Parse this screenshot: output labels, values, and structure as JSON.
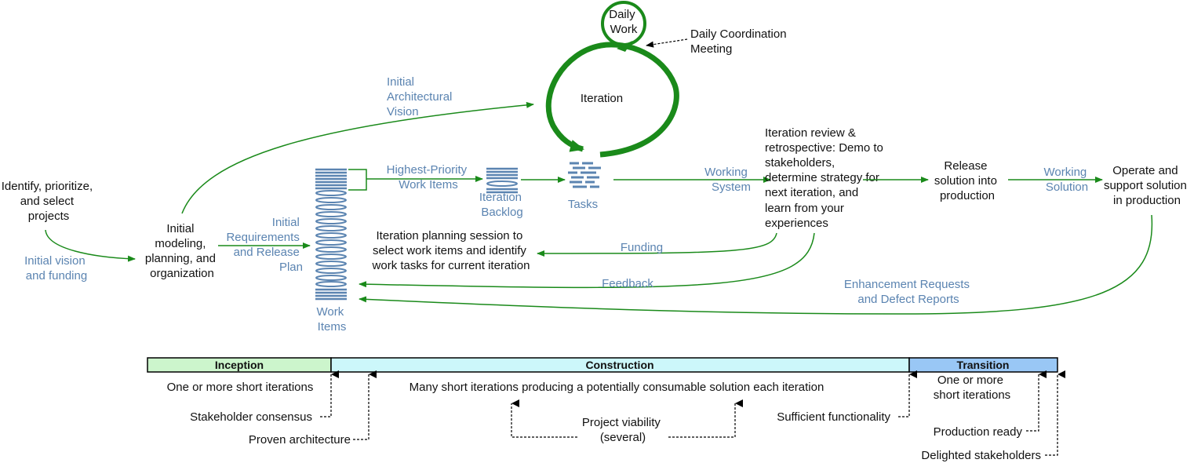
{
  "daily_work": [
    "Daily",
    "Work"
  ],
  "daily_meeting": [
    "Daily Coordination",
    "Meeting"
  ],
  "iteration": "Iteration",
  "arch_vision": [
    "Initial",
    "Architectural",
    "Vision"
  ],
  "identify": [
    "Identify, prioritize,",
    "and select",
    "projects"
  ],
  "initial_vision": [
    "Initial vision",
    "and funding"
  ],
  "initial_modeling": [
    "Initial",
    "modeling,",
    "planning, and",
    "organization"
  ],
  "initial_requirements": [
    "Initial",
    "Requirements",
    "and Release",
    "Plan"
  ],
  "work_items": [
    "Work",
    "Items"
  ],
  "highest_priority": [
    "Highest-Priority",
    "Work Items"
  ],
  "iteration_backlog": [
    "Iteration",
    "Backlog"
  ],
  "tasks": "Tasks",
  "working_system": [
    "Working",
    "System"
  ],
  "review": [
    "Iteration review &",
    "retrospective: Demo to",
    "stakeholders,",
    "determine strategy for",
    "next iteration, and",
    "learn from your",
    "experiences"
  ],
  "release": [
    "Release",
    "solution into",
    "production"
  ],
  "working_solution": [
    "Working",
    "Solution"
  ],
  "operate": [
    "Operate and",
    "support solution",
    "in production"
  ],
  "planning_session": [
    "Iteration planning session to",
    "select work items and identify",
    "work tasks for current iteration"
  ],
  "funding": "Funding",
  "feedback": "Feedback",
  "enhancement": [
    "Enhancement Requests",
    "and Defect Reports"
  ],
  "phases": [
    {
      "name": "Inception",
      "color": "#ccf5cc"
    },
    {
      "name": "Construction",
      "color": "#ccf7fa"
    },
    {
      "name": "Transition",
      "color": "#99c7f5"
    }
  ],
  "phase_notes": {
    "inception": "One or more short iterations",
    "construction": "Many short iterations producing a potentially consumable solution each iteration",
    "transition": [
      "One or more",
      "short iterations"
    ]
  },
  "milestones": {
    "stakeholder_consensus": "Stakeholder consensus",
    "proven_architecture": "Proven architecture",
    "project_viability": [
      "Project viability",
      "(several)"
    ],
    "sufficient_functionality": "Sufficient functionality",
    "production_ready": "Production ready",
    "delighted_stakeholders": "Delighted stakeholders"
  },
  "colors": {
    "arrow": "#1a8a1a",
    "label_blue": "#5b84b1",
    "icon_blue": "#5b84b1",
    "text": "#111111"
  }
}
